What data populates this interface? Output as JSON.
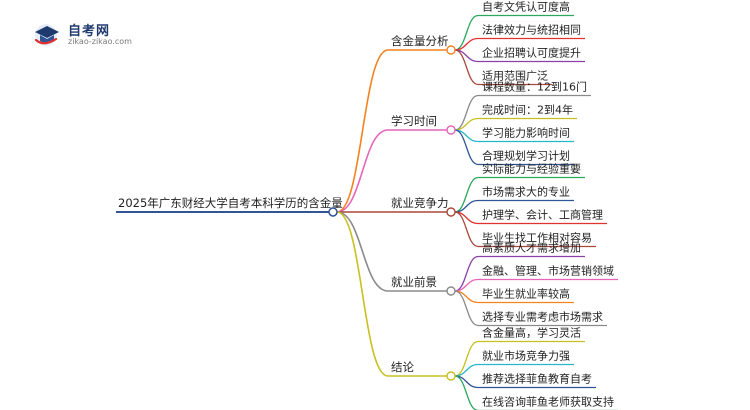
{
  "logo": {
    "title": "自考网",
    "subtitle": "zikao-zikao.com"
  },
  "root": {
    "label": "2025年广东财经大学自考本科学历的含金量",
    "color": "#2f5597"
  },
  "branches": [
    {
      "label": "含金量分析",
      "color": "#f4821f",
      "leaves": [
        {
          "label": "自考文凭认可度高",
          "color": "#2ca85b"
        },
        {
          "label": "法律效力与统招相同",
          "color": "#e2312f"
        },
        {
          "label": "企业招聘认可度提升",
          "color": "#8b3fa8"
        },
        {
          "label": "适用范围广泛",
          "color": "#a8483a"
        }
      ]
    },
    {
      "label": "学习时间",
      "color": "#e765b9",
      "leaves": [
        {
          "label": "课程数量：12到16门",
          "color": "#8a8a8a"
        },
        {
          "label": "完成时间：2到4年",
          "color": "#c8c020"
        },
        {
          "label": "学习能力影响时间",
          "color": "#26b8c8"
        },
        {
          "label": "合理规划学习计划",
          "color": "#2f5597"
        }
      ]
    },
    {
      "label": "就业竞争力",
      "color": "#a8483a",
      "leaves": [
        {
          "label": "实际能力与经验重要",
          "color": "#2ca85b"
        },
        {
          "label": "市场需求大的专业",
          "color": "#2f5597"
        },
        {
          "label": "护理学、会计、工商管理",
          "color": "#e2312f"
        },
        {
          "label": "毕业生找工作相对容易",
          "color": "#a8483a"
        }
      ]
    },
    {
      "label": "就业前景",
      "color": "#8a8a8a",
      "leaves": [
        {
          "label": "高素质人才需求增加",
          "color": "#8b3fa8"
        },
        {
          "label": "金融、管理、市场营销领域",
          "color": "#e765b9"
        },
        {
          "label": "毕业生就业率较高",
          "color": "#f4821f"
        },
        {
          "label": "选择专业需考虑市场需求",
          "color": "#8a8a8a"
        }
      ]
    },
    {
      "label": "结论",
      "color": "#c8c020",
      "leaves": [
        {
          "label": "含金量高，学习灵活",
          "color": "#c8c020"
        },
        {
          "label": "就业市场竞争力强",
          "color": "#26b8c8"
        },
        {
          "label": "推荐选择菲鱼教育自考",
          "color": "#2f5597"
        },
        {
          "label": "在线咨询菲鱼老师获取支持",
          "color": "#2ca85b"
        }
      ]
    }
  ]
}
